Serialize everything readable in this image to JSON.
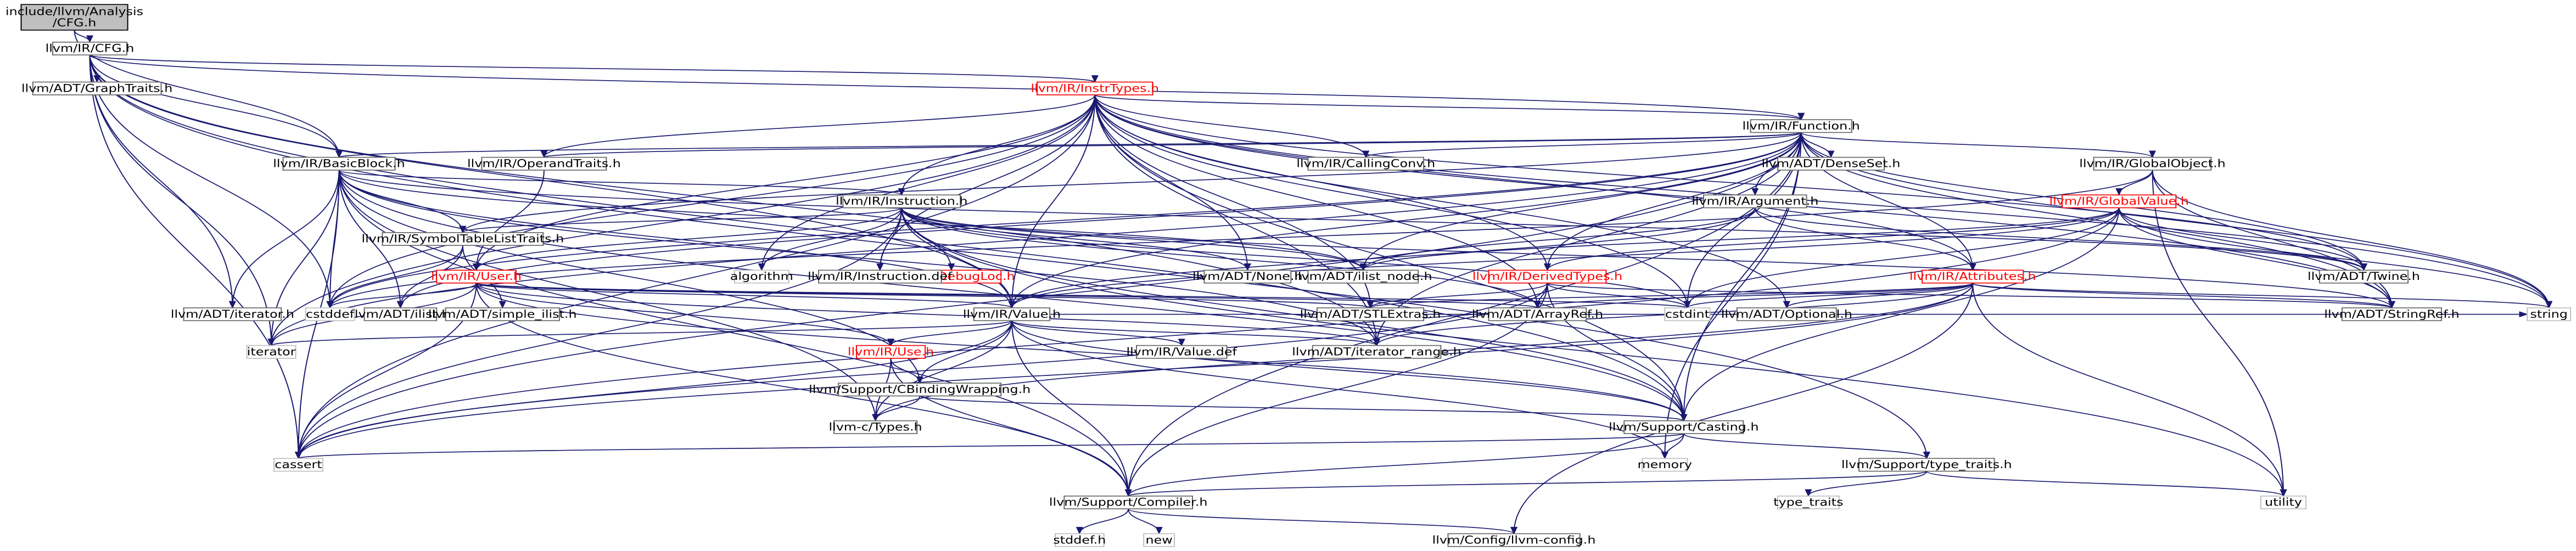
{
  "graph": {
    "edge_color": "#191970",
    "root_fill": "#bfbfbf",
    "incomplete_border": "#ff0000",
    "nodes": [
      {
        "id": "root",
        "lines": [
          "include/llvm/Analysis",
          "/CFG.h"
        ],
        "style": "root"
      },
      {
        "id": "cfg",
        "lines": [
          "llvm/IR/CFG.h"
        ]
      },
      {
        "id": "graphtraits",
        "lines": [
          "llvm/ADT/GraphTraits.h"
        ]
      },
      {
        "id": "instrtypes",
        "lines": [
          "llvm/IR/InstrTypes.h"
        ],
        "style": "red"
      },
      {
        "id": "function",
        "lines": [
          "llvm/IR/Function.h"
        ]
      },
      {
        "id": "basicblock",
        "lines": [
          "llvm/IR/BasicBlock.h"
        ]
      },
      {
        "id": "operandtraits",
        "lines": [
          "llvm/IR/OperandTraits.h"
        ]
      },
      {
        "id": "callingconv",
        "lines": [
          "llvm/IR/CallingConv.h"
        ]
      },
      {
        "id": "densemap",
        "lines": [
          "llvm/ADT/DenseSet.h"
        ]
      },
      {
        "id": "globalobject",
        "lines": [
          "llvm/IR/GlobalObject.h"
        ]
      },
      {
        "id": "globalvalue",
        "lines": [
          "llvm/IR/GlobalValue.h"
        ],
        "style": "red"
      },
      {
        "id": "argument",
        "lines": [
          "llvm/IR/Argument.h"
        ]
      },
      {
        "id": "instruction",
        "lines": [
          "llvm/IR/Instruction.h"
        ]
      },
      {
        "id": "symtab",
        "lines": [
          "llvm/IR/SymbolTableListTraits.h"
        ]
      },
      {
        "id": "user",
        "lines": [
          "llvm/IR/User.h"
        ],
        "style": "red"
      },
      {
        "id": "derivedtypes",
        "lines": [
          "llvm/IR/DerivedTypes.h"
        ],
        "style": "red"
      },
      {
        "id": "attributes",
        "lines": [
          "llvm/IR/Attributes.h"
        ],
        "style": "red"
      },
      {
        "id": "debugloc",
        "lines": [
          "llvm/IR/DebugLoc.h"
        ],
        "style": "red"
      },
      {
        "id": "twine",
        "lines": [
          "llvm/ADT/Twine.h"
        ]
      },
      {
        "id": "none",
        "lines": [
          "llvm/ADT/None.h"
        ]
      },
      {
        "id": "ilistnode",
        "lines": [
          "llvm/ADT/ilist_node.h"
        ]
      },
      {
        "id": "algorithm",
        "lines": [
          "algorithm"
        ],
        "style": "plain"
      },
      {
        "id": "instrdef",
        "lines": [
          "llvm/IR/Instruction.def"
        ]
      },
      {
        "id": "iterator_adt",
        "lines": [
          "llvm/ADT/iterator.h"
        ]
      },
      {
        "id": "ilist",
        "lines": [
          "llvm/ADT/ilist.h"
        ]
      },
      {
        "id": "cstddef",
        "lines": [
          "cstddef"
        ],
        "style": "plain"
      },
      {
        "id": "simpleilist",
        "lines": [
          "llvm/ADT/simple_ilist.h"
        ]
      },
      {
        "id": "value",
        "lines": [
          "llvm/IR/Value.h"
        ]
      },
      {
        "id": "stlextras",
        "lines": [
          "llvm/ADT/STLExtras.h"
        ]
      },
      {
        "id": "arrayref",
        "lines": [
          "llvm/ADT/ArrayRef.h"
        ]
      },
      {
        "id": "cstdint",
        "lines": [
          "cstdint"
        ],
        "style": "plain"
      },
      {
        "id": "optional",
        "lines": [
          "llvm/ADT/Optional.h"
        ]
      },
      {
        "id": "stringref",
        "lines": [
          "llvm/ADT/StringRef.h"
        ]
      },
      {
        "id": "string",
        "lines": [
          "string"
        ],
        "style": "plain"
      },
      {
        "id": "iterator",
        "lines": [
          "iterator"
        ],
        "style": "plain"
      },
      {
        "id": "iterrange",
        "lines": [
          "llvm/ADT/iterator_range.h"
        ]
      },
      {
        "id": "use",
        "lines": [
          "llvm/IR/Use.h"
        ],
        "style": "red"
      },
      {
        "id": "valuedef",
        "lines": [
          "llvm/IR/Value.def"
        ]
      },
      {
        "id": "cbinding",
        "lines": [
          "llvm/Support/CBindingWrapping.h"
        ]
      },
      {
        "id": "ctypes",
        "lines": [
          "llvm-c/Types.h"
        ]
      },
      {
        "id": "casting",
        "lines": [
          "llvm/Support/Casting.h"
        ]
      },
      {
        "id": "cassert",
        "lines": [
          "cassert"
        ],
        "style": "plain"
      },
      {
        "id": "memory",
        "lines": [
          "memory"
        ],
        "style": "plain"
      },
      {
        "id": "typetraits_llvm",
        "lines": [
          "llvm/Support/type_traits.h"
        ]
      },
      {
        "id": "compiler",
        "lines": [
          "llvm/Support/Compiler.h"
        ]
      },
      {
        "id": "type_traits",
        "lines": [
          "type_traits"
        ],
        "style": "plain"
      },
      {
        "id": "utility",
        "lines": [
          "utility"
        ],
        "style": "plain"
      },
      {
        "id": "stddef",
        "lines": [
          "stddef.h"
        ],
        "style": "plain"
      },
      {
        "id": "new",
        "lines": [
          "new"
        ],
        "style": "plain"
      },
      {
        "id": "llvmconfig",
        "lines": [
          "llvm/Config/llvm-config.h"
        ]
      }
    ]
  }
}
